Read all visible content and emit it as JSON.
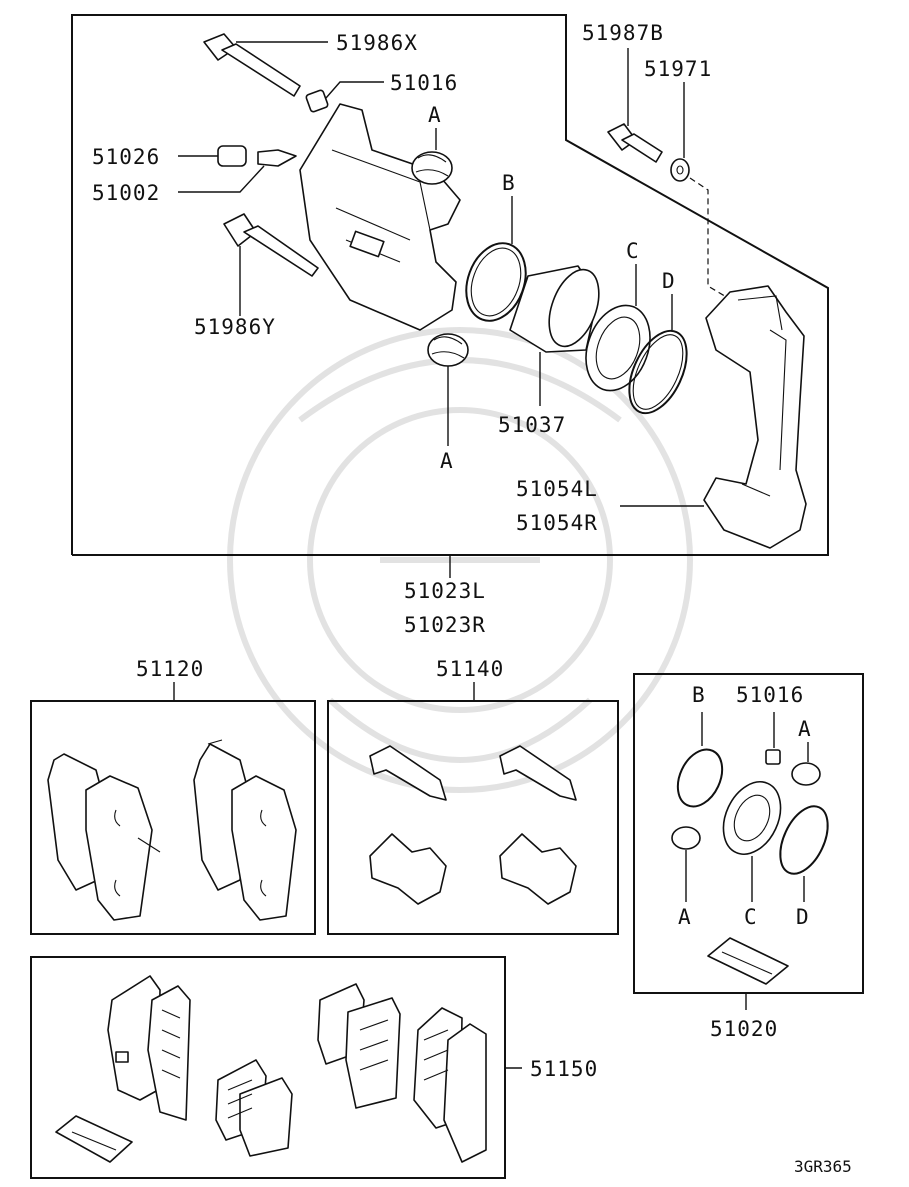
{
  "parts": {
    "guide_pin_upper": "51986X",
    "bushing_top": "51016",
    "bleeder_cap": "51026",
    "bleeder_screw": "51002",
    "guide_pin_lower": "51986Y",
    "caliper_bolt": "51987B",
    "washer": "51971",
    "piston": "51037",
    "support_l": "51054L",
    "support_r": "51054R",
    "assy_l": "51023L",
    "assy_r": "51023R",
    "pad_set": "51120",
    "clip_kit": "51140",
    "seal_kit": "51020",
    "pad_kit": "51150",
    "seal_kit_bushing": "51016"
  },
  "markers": {
    "a": "A",
    "b": "B",
    "c": "C",
    "d": "D"
  },
  "diagram_code": "3GR365"
}
